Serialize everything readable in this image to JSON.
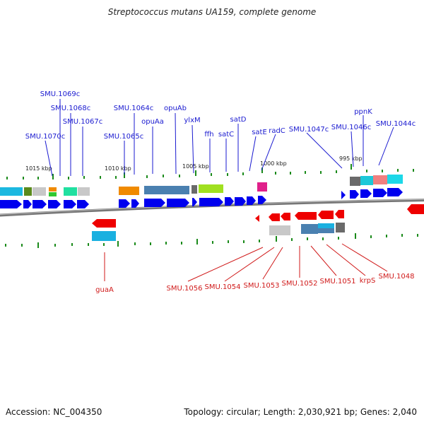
{
  "title": "Streptococcus mutans UA159, complete genome",
  "footer": {
    "accession": "Accession: NC_004350",
    "summary": "Topology: circular; Length: 2,030,921 bp; Genes: 2,040"
  },
  "colors": {
    "cds": "#0000ee",
    "cds_reverse": "#ee0000",
    "backbone": "#777777",
    "tick": "#1a8a1a",
    "label_forward": "#1a1ad0",
    "label_reverse": "#d01a1a"
  },
  "kbp_labels": [
    "1015 kbp",
    "1010 kbp",
    "1005 kbp",
    "1000 kbp",
    "995 kbp"
  ],
  "genes_forward": [
    "SMU.1069c",
    "SMU.1068c",
    "SMU.1067c",
    "SMU.1070c",
    "SMU.1064c",
    "opuAb",
    "SMU.1065c",
    "opuAa",
    "ylxM",
    "ffh",
    "satC",
    "satD",
    "satE",
    "radC",
    "SMU.1047c",
    "SMU.1046c",
    "ppnK",
    "SMU.1044c"
  ],
  "genes_reverse": [
    "guaA",
    "SMU.1056",
    "SMU.1054",
    "SMU.1053",
    "SMU.1052",
    "SMU.1051",
    "krpS",
    "SMU.1048"
  ]
}
